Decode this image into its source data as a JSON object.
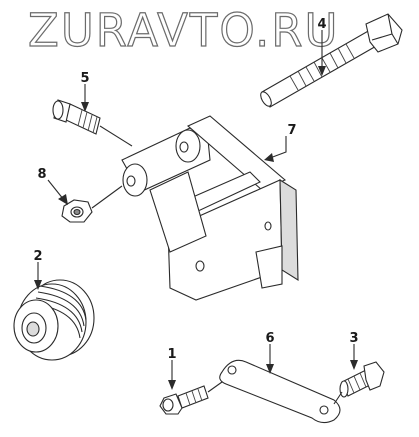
{
  "watermark": {
    "text": "ZURAVTO.RU"
  },
  "callouts": [
    {
      "id": "1",
      "label": "1"
    },
    {
      "id": "2",
      "label": "2"
    },
    {
      "id": "3",
      "label": "3"
    },
    {
      "id": "4",
      "label": "4"
    },
    {
      "id": "5",
      "label": "5"
    },
    {
      "id": "6",
      "label": "6"
    },
    {
      "id": "7",
      "label": "7"
    },
    {
      "id": "8",
      "label": "8"
    }
  ],
  "colors": {
    "line": "#2b2b2b",
    "watermark_outline": "#6b6b6b",
    "background": "#ffffff"
  }
}
